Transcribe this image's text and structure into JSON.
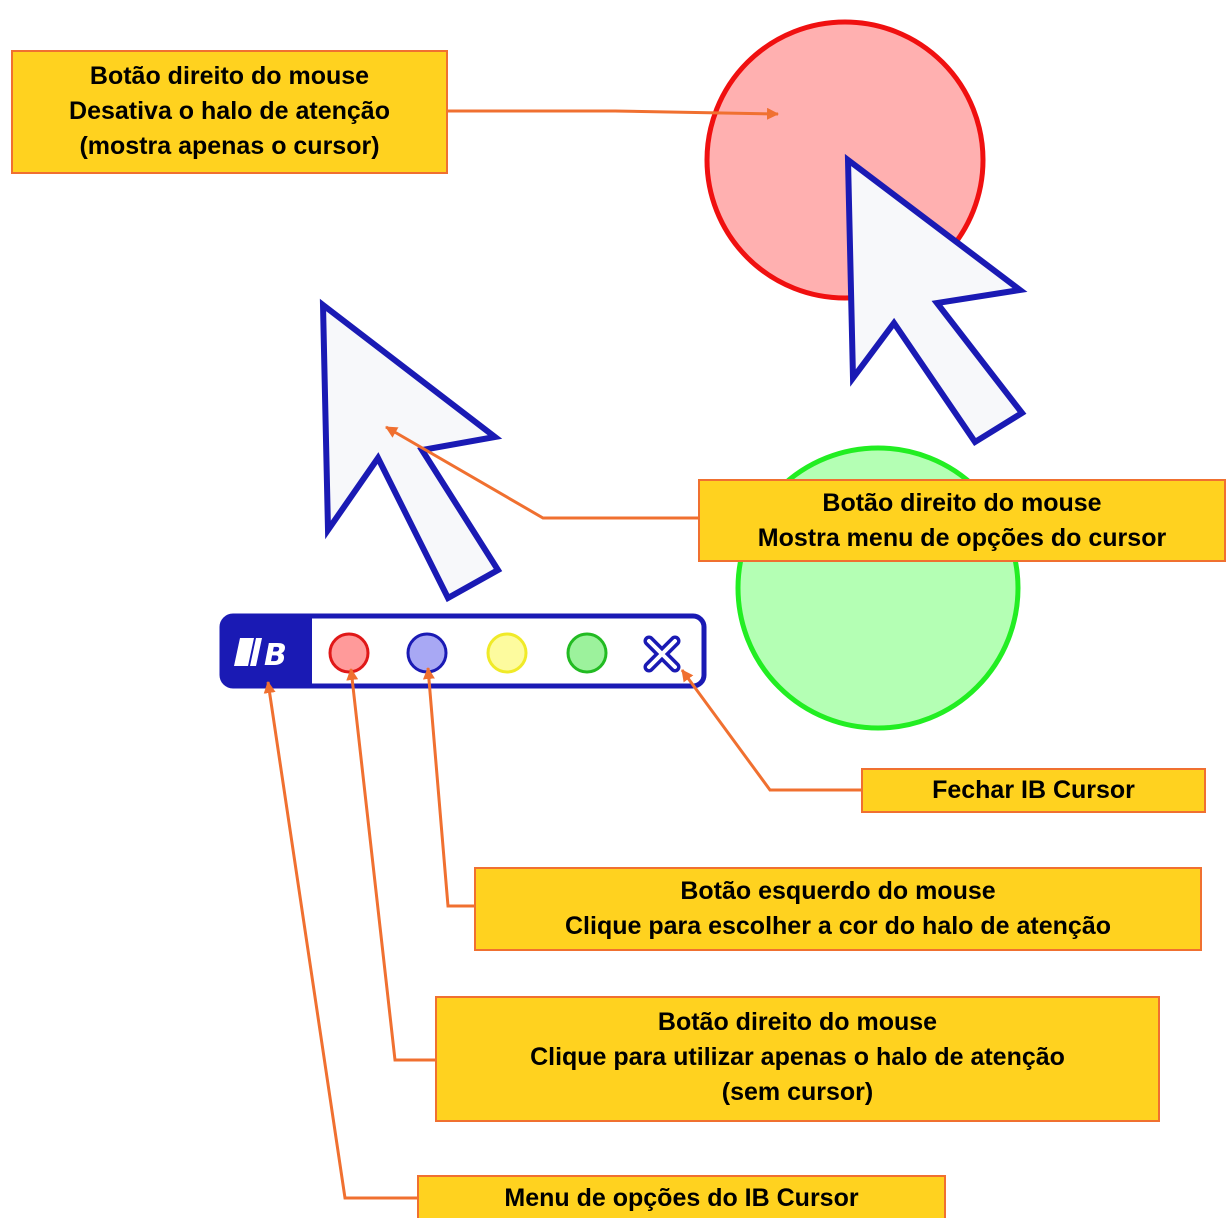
{
  "colors": {
    "callout_fill": "#ffd21f",
    "callout_border": "#f07030",
    "arrow": "#f07030",
    "cursor_outline": "#1a1ab4",
    "cursor_fill": "#f7f8fa",
    "toolbar_blue": "#1a1ab4",
    "halo_red": "#f01010",
    "halo_red_fill": "#ffb0b0",
    "halo_green": "#22ee22",
    "halo_green_fill": "#b4ffb4",
    "swatch_red": "#ff9a9a",
    "swatch_blue": "#a8a8f4",
    "swatch_yellow": "#fdfb9e",
    "swatch_green": "#9cf29c"
  },
  "toolbar": {
    "logo_text": "IB",
    "buttons": [
      {
        "name": "red-halo",
        "icon": "circle-red-icon"
      },
      {
        "name": "blue-halo",
        "icon": "circle-blue-icon"
      },
      {
        "name": "yellow-halo",
        "icon": "circle-yellow-icon"
      },
      {
        "name": "green-halo",
        "icon": "circle-green-icon"
      },
      {
        "name": "close",
        "icon": "close-x-icon"
      }
    ]
  },
  "callouts": {
    "right_click_disable": {
      "line1": "Botão direito do mouse",
      "line2": "Desativa o halo de atenção",
      "line3": "(mostra apenas o cursor)"
    },
    "right_click_menu": {
      "line1": "Botão direito do mouse",
      "line2": "Mostra menu de opções do cursor"
    },
    "close": {
      "line1": "Fechar IB Cursor"
    },
    "left_click_color": {
      "line1": "Botão esquerdo do mouse",
      "line2": "Clique para escolher a cor do halo de atenção"
    },
    "right_click_halo_only": {
      "line1": "Botão direito do mouse",
      "line2": "Clique para utilizar apenas o halo de atenção",
      "line3": "(sem cursor)"
    },
    "options_menu": {
      "line1": "Menu de opções do IB Cursor"
    }
  }
}
